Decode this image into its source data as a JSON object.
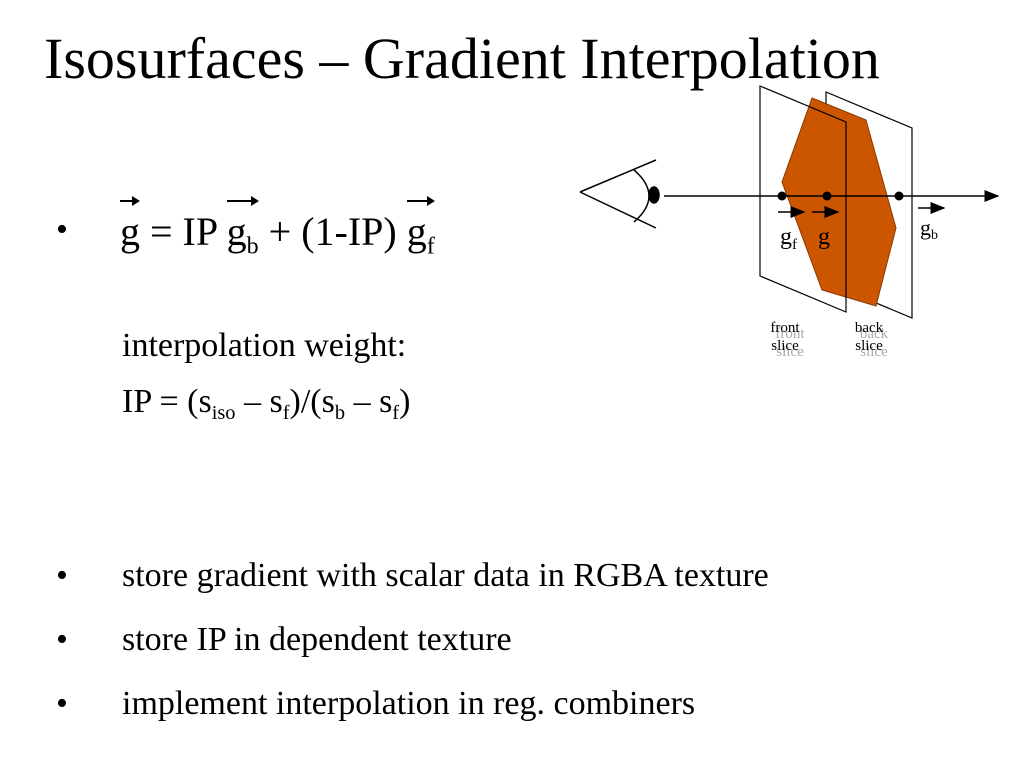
{
  "slide": {
    "title": "Isosurfaces – Gradient Interpolation",
    "bullet_char": "•",
    "formula": {
      "g": "g",
      "eq": "= IP",
      "g_b": "g",
      "b_sub": "b",
      "plus": "+ (1-IP)",
      "g_f": "g",
      "f_sub": "f"
    },
    "weight_label": "interpolation weight:",
    "weight_formula": {
      "lhs": "IP = (s",
      "iso": "iso",
      "minus1": " – s",
      "f1": "f",
      "mid": ")/(s",
      "b": "b",
      "minus2": " – s",
      "f2": "f",
      "end": ")"
    },
    "bullets": [
      "store gradient with scalar data in RGBA texture",
      "store IP in dependent texture",
      "implement interpolation in reg. combiners"
    ]
  },
  "diagram": {
    "surface_color": "#CC5500",
    "label_gf": "g",
    "label_gf_sub": "f",
    "label_g": "g",
    "label_gb": "g",
    "label_gb_sub": "b",
    "front_slice": [
      "front",
      "slice"
    ],
    "back_slice": [
      "back",
      "slice"
    ]
  }
}
